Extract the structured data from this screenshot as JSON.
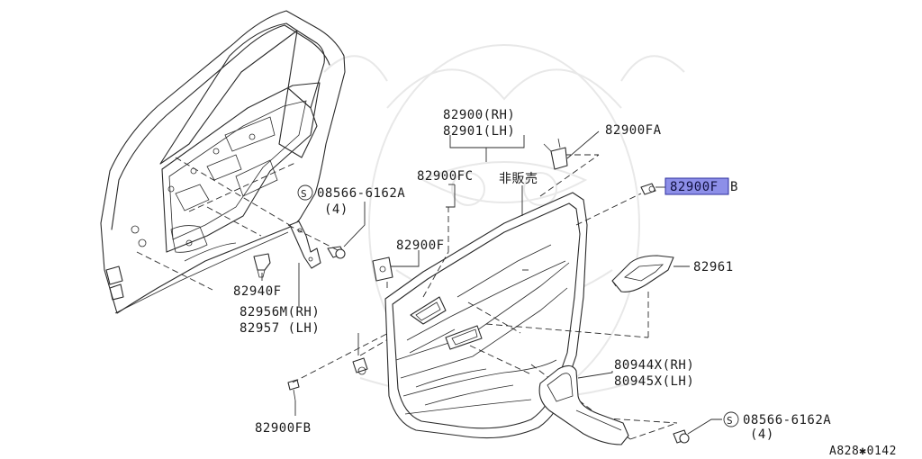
{
  "labels": {
    "trim_rh": "82900(RH)",
    "trim_lh": "82901(LH)",
    "fa": "82900FA",
    "fb_highlight_part": "82900F",
    "fb_highlight_suffix": "B",
    "fc": "82900FC",
    "not_for_sale": "非販売",
    "screw_top": "08566-6162A",
    "screw_top_qty": "(4)",
    "clip_f": "82900F",
    "handle_cover": "82961",
    "clip_940f": "82940F",
    "bracket_rh": "82956M(RH)",
    "bracket_lh": "82957 (LH)",
    "pull_rh": "80944X(RH)",
    "pull_lh": "80945X(LH)",
    "screw_bottom": "08566-6162A",
    "screw_bottom_qty": "(4)",
    "fb_bottom": "82900FB",
    "symbol_s": "S"
  },
  "footer": "A828✱0142",
  "highlight_color": "#8d8fe8"
}
